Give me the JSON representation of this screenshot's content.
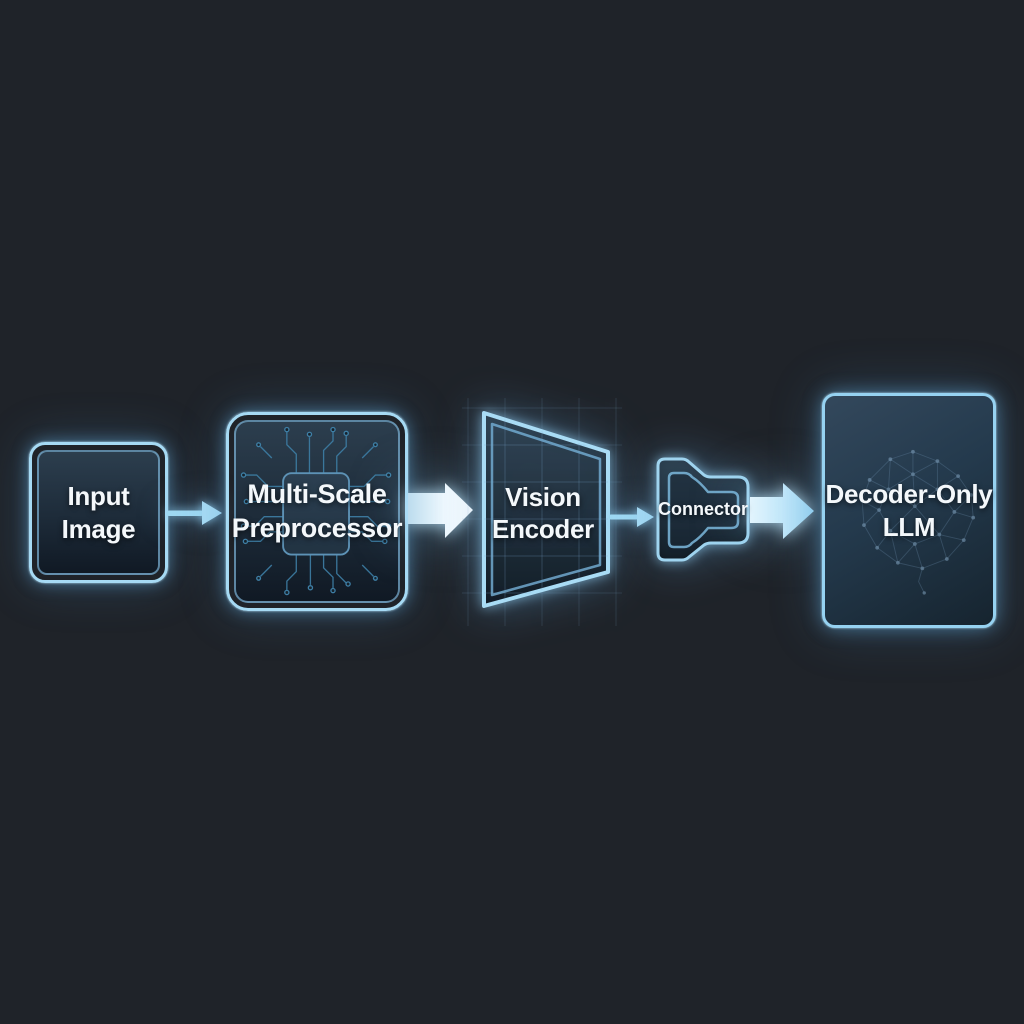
{
  "colors": {
    "background": "#1f2329",
    "accent_border": "#a6daf4",
    "inner_border": "#7db4d7",
    "glow": "#6ab4e4",
    "text": "#f4f8fb",
    "panel_top": "#2c3e4e",
    "panel_bottom": "#101924",
    "circuit_trace": "#3e7fa6",
    "grid_line": "#7da6cc",
    "thin_arrow": "#9ed8f2",
    "big_arrow_light": "#ffffff",
    "big_arrow_blue": "#a5dcf6"
  },
  "nodes": {
    "input_image": {
      "line1": "Input",
      "line2": "Image"
    },
    "preprocessor": {
      "line1": "Multi-Scale",
      "line2": "Preprocessor",
      "icon": "circuit-board-icon"
    },
    "vision_encoder": {
      "line1": "Vision",
      "line2": "Encoder",
      "icon": "grid-funnel-icon"
    },
    "connector": {
      "line1": "Connector",
      "icon": "plug-adapter-icon"
    },
    "llm": {
      "line1": "Decoder-Only",
      "line2": "LLM",
      "icon": "neural-brain-icon"
    }
  },
  "flow_order": [
    "input_image",
    "preprocessor",
    "vision_encoder",
    "connector",
    "llm"
  ]
}
